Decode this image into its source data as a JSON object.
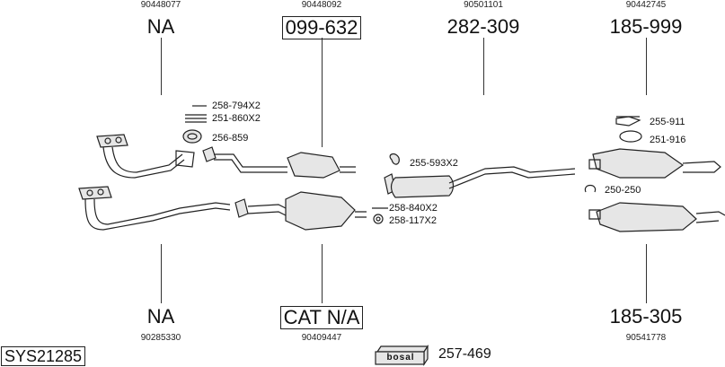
{
  "columns": [
    {
      "top_oe": "90448077",
      "top_part": "NA",
      "top_boxed": false,
      "bottom_part": "NA",
      "bottom_oe": "90285330",
      "bottom_boxed": false
    },
    {
      "top_oe": "90448092",
      "top_part": "099-632",
      "top_boxed": true,
      "bottom_part": "CAT N/A",
      "bottom_oe": "90409447",
      "bottom_boxed": true
    },
    {
      "top_oe": "90501101",
      "top_part": "282-309",
      "top_boxed": false
    },
    {
      "top_oe": "90442745",
      "top_part": "185-999",
      "top_boxed": false,
      "bottom_part": "185-305",
      "bottom_oe": "90541778",
      "bottom_boxed": false
    }
  ],
  "fittings": {
    "bolt_1": "258-794X2",
    "spring": "251-860X2",
    "gasket_1": "256-859",
    "hanger_1": "255-593X2",
    "bolt_2": "258-840X2",
    "ring": "258-117X2",
    "hanger_2": "255-911",
    "clamp_1": "251-916",
    "clamp_2": "250-250"
  },
  "system_code": "SYS21285",
  "paste": {
    "brand": "bosal",
    "part": "257-469"
  }
}
